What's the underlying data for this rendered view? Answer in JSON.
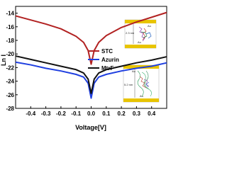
{
  "chart_data": {
    "type": "line",
    "title": "",
    "xlabel": "Voltage[V]",
    "ylabel": "Ln I",
    "xlim": [
      -0.5,
      0.5
    ],
    "ylim": [
      -28,
      -13
    ],
    "x_ticks": [
      "-0.4",
      "-0.3",
      "-0.2",
      "-0.1",
      "0.0",
      "0.1",
      "0.2",
      "0.3",
      "0.4"
    ],
    "y_ticks": [
      "-14",
      "-16",
      "-18",
      "-20",
      "-22",
      "-24",
      "-26",
      "-28"
    ],
    "grid": false,
    "legend_position": "lower-right",
    "series": [
      {
        "name": "STC",
        "color": "#b22222",
        "x": [
          -0.5,
          -0.4,
          -0.3,
          -0.2,
          -0.1,
          -0.05,
          -0.02,
          0.0,
          0.02,
          0.05,
          0.1,
          0.2,
          0.3,
          0.4,
          0.5
        ],
        "y": [
          -14.4,
          -15.0,
          -15.6,
          -16.3,
          -17.4,
          -18.3,
          -19.5,
          -21.5,
          -19.5,
          -18.3,
          -17.3,
          -16.1,
          -15.3,
          -14.6,
          -13.9
        ]
      },
      {
        "name": "Azurin",
        "color": "#1f3fe0",
        "x": [
          -0.5,
          -0.4,
          -0.3,
          -0.2,
          -0.1,
          -0.05,
          -0.02,
          0.0,
          0.02,
          0.05,
          0.1,
          0.2,
          0.3,
          0.4,
          0.5
        ],
        "y": [
          -21.2,
          -21.6,
          -22.1,
          -22.5,
          -23.0,
          -23.4,
          -24.3,
          -26.5,
          -24.3,
          -23.4,
          -23.0,
          -22.5,
          -22.1,
          -21.8,
          -21.3
        ]
      },
      {
        "name": "MtrF",
        "color": "#111111",
        "x": [
          -0.5,
          -0.4,
          -0.3,
          -0.2,
          -0.1,
          -0.05,
          -0.02,
          0.0,
          0.02,
          0.05,
          0.1,
          0.2,
          0.3,
          0.4,
          0.5
        ],
        "y": [
          -20.3,
          -20.8,
          -21.3,
          -21.8,
          -22.3,
          -22.8,
          -23.7,
          -25.8,
          -23.7,
          -22.8,
          -22.3,
          -21.8,
          -21.3,
          -20.9,
          -20.4
        ]
      }
    ]
  },
  "insets": [
    {
      "top_label": "Au",
      "bottom_label": "Au",
      "gap_label": "2.3 nm"
    },
    {
      "top_label": "Au",
      "bottom_label": "Au",
      "gap_label": "5.2 nm"
    }
  ]
}
